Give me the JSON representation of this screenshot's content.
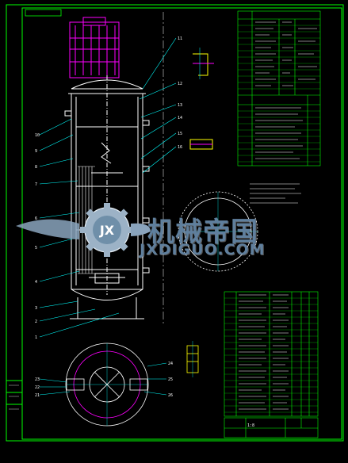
{
  "watermark": {
    "chinese": "机械帝国",
    "url": "JXDIGUO.COM",
    "emblem_letters": "JX"
  },
  "colors": {
    "background": "#000000",
    "frame": "#00ff00",
    "vessel": "#ffffff",
    "hatch": "#ff00ff",
    "leader": "#00ffff",
    "detail": "#ffff00",
    "watermark": "#5f7f9d"
  },
  "callouts": {
    "left": [
      "10",
      "9",
      "8",
      "7",
      "6",
      "5",
      "4",
      "3",
      "2",
      "1"
    ],
    "right": [
      "11",
      "12",
      "13",
      "14",
      "15",
      "16"
    ],
    "plan_left": [
      "23",
      "22",
      "21"
    ],
    "plan_right": [
      "24",
      "25",
      "26"
    ]
  },
  "title_block": {
    "scale_note": "1:8"
  }
}
